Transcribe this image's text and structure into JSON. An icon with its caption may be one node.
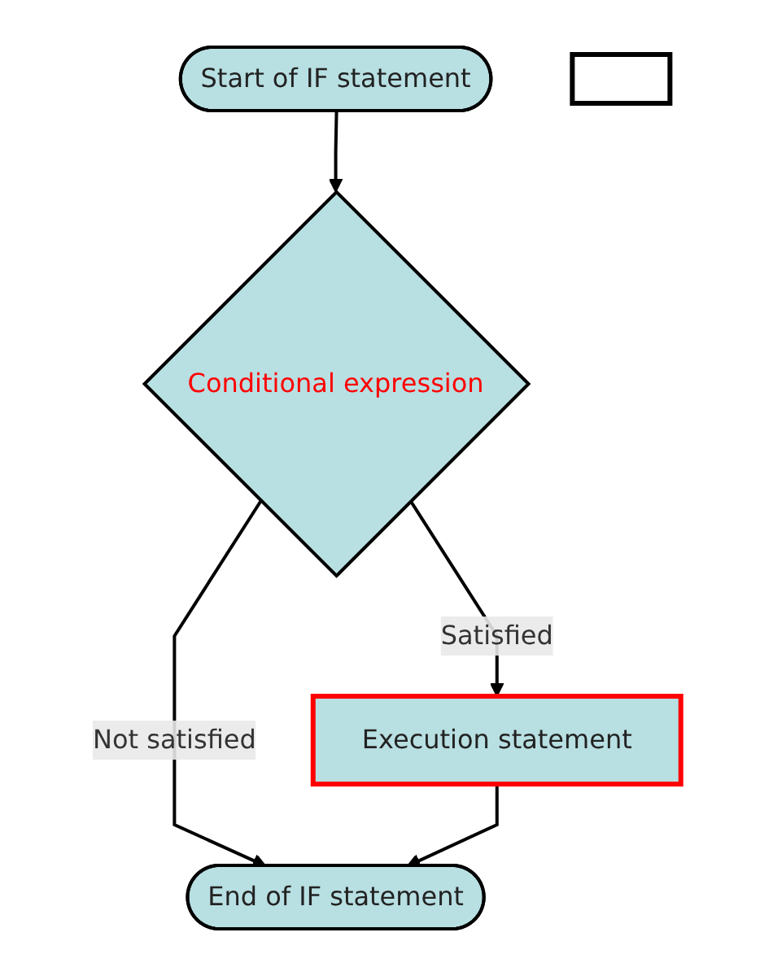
{
  "diagram": {
    "nodes": [
      {
        "text": [
          "Start of IF statement"
        ]
      },
      {
        "text": [
          "Conditional expression"
        ]
      },
      {
        "text": [
          "Execution statement"
        ]
      },
      {
        "text": [
          "End of IF statement"
        ]
      },
      {
        "text": [],
        "shape": "box"
      }
    ],
    "edges": [
      {
        "from": 0,
        "to": 1,
        "arrow": "to"
      },
      {
        "from": 1,
        "to": 2,
        "arrow": "to",
        "label": "Satisfied"
      },
      {
        "from": 1,
        "to": 3,
        "arrow": "to",
        "label": "Not satisfied"
      },
      {
        "from": 2,
        "to": 3,
        "arrow": "to"
      }
    ]
  }
}
